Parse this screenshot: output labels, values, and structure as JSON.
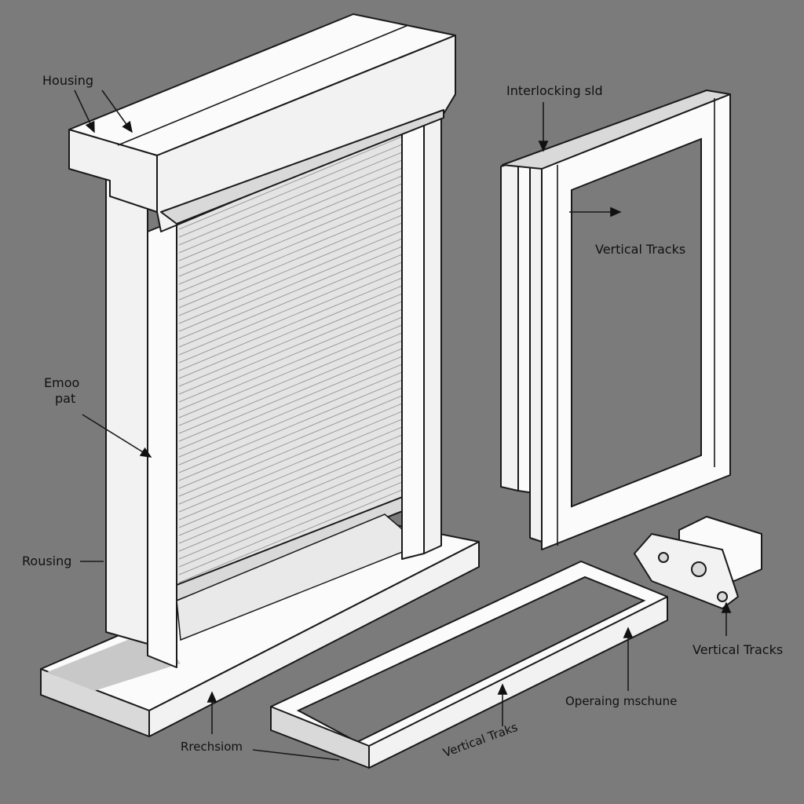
{
  "labels": {
    "housing_top": "Housing",
    "interlocking": "Interlocking sld",
    "vertical_tracks_1": "Vertical Tracks",
    "emoo_pat_line1": "Emoo",
    "emoo_pat_line2": "pat",
    "rousing": "Rousing",
    "vertical_tracks_2": "Vertical Tracks",
    "operating": "Operaing mschune",
    "rrechsiom": "Rrechsiom",
    "vertical_traks": "Vertical Traks"
  },
  "colors": {
    "background": "#7b7b7b",
    "line": "#1a1a1a",
    "part": "#f2f2f2"
  }
}
